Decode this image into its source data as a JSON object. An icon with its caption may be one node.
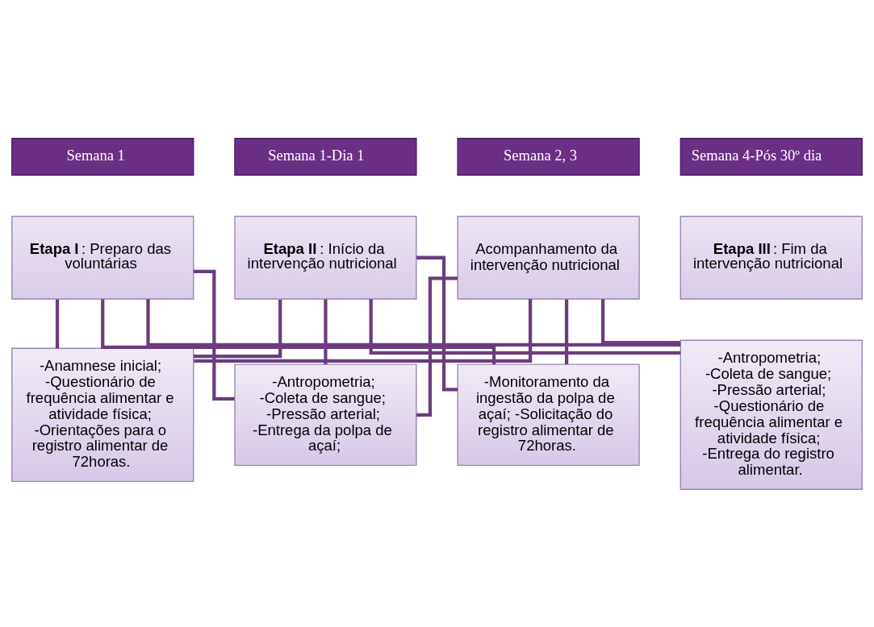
{
  "diagram": {
    "nodes": [
      {
        "text": [
          "Semana 1"
        ]
      },
      {
        "text": [
          "Semana 1-Dia 1"
        ]
      },
      {
        "text": [
          "Semana 2, 3"
        ]
      },
      {
        "text": [
          "Semana 4-Pós 30º dia"
        ]
      },
      {
        "text": [
          "**Etapa I**: Preparo das voluntárias"
        ]
      },
      {
        "text": [
          "**Etapa II**: Início da intervenção nutricional"
        ]
      },
      {
        "text": [
          "Acompanhamento da intervenção nutricional"
        ]
      },
      {
        "text": [
          "**Etapa III**: Fim da intervenção nutricional"
        ]
      },
      {
        "text": [
          "-Anamnese inicial; -Questionário de frequência alimentar e atividade física; -Orientações para o registro alimentar de 72horas."
        ]
      },
      {
        "text": [
          "-Antropometria; -Coleta de sangue; -Pressão arterial; -Entrega da polpa de açaí;"
        ]
      },
      {
        "text": [
          "-Monitoramento da ingestão da polpa de açaí; -Solicitação do registro alimentar de 72horas."
        ]
      },
      {
        "text": [
          "-Antropometria; -Coleta de sangue; -Pressão arterial; -Questionário de frequência alimentar e atividade física; -Entrega do registro alimentar."
        ]
      }
    ],
    "edges": [
      {
        "from": 4,
        "to": 8,
        "arrow": "none"
      },
      {
        "from": 4,
        "to": 9,
        "arrow": "none"
      },
      {
        "from": 4,
        "to": 10,
        "arrow": "none"
      },
      {
        "from": 4,
        "to": 11,
        "arrow": "none"
      },
      {
        "from": 5,
        "to": 8,
        "arrow": "none"
      },
      {
        "from": 5,
        "to": 9,
        "arrow": "none"
      },
      {
        "from": 5,
        "to": 10,
        "arrow": "none"
      },
      {
        "from": 5,
        "to": 11,
        "arrow": "none"
      },
      {
        "from": 6,
        "to": 8,
        "arrow": "none"
      },
      {
        "from": 6,
        "to": 9,
        "arrow": "none"
      },
      {
        "from": 6,
        "to": 10,
        "arrow": "none"
      },
      {
        "from": 6,
        "to": 11,
        "arrow": "none"
      }
    ]
  }
}
